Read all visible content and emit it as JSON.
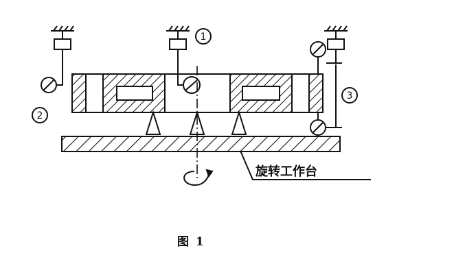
{
  "markers": [
    "1",
    "2",
    "3"
  ],
  "table_label": "旋转工作台",
  "caption": "图  1"
}
